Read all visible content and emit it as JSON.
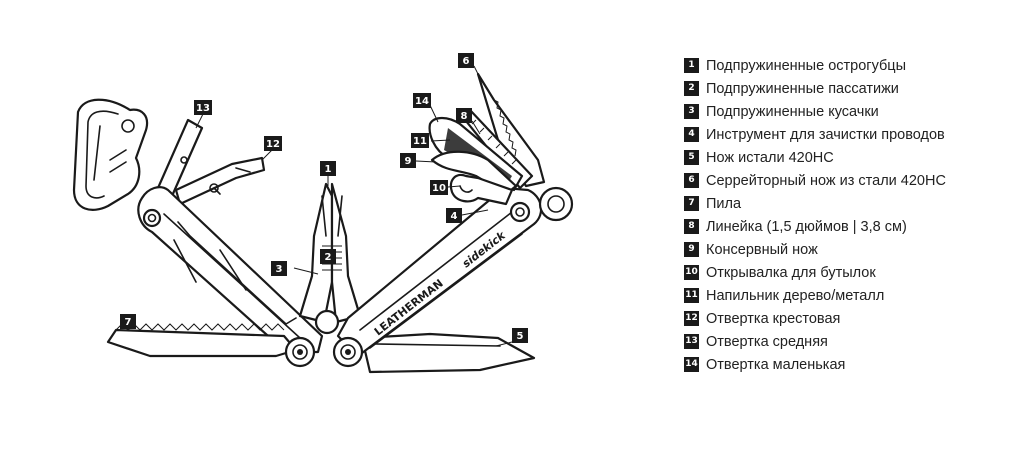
{
  "brand": {
    "name": "LEATHERMAN",
    "model": "sidekick"
  },
  "tools": [
    {
      "num": "1",
      "label": "Подпружиненные острогубцы"
    },
    {
      "num": "2",
      "label": "Подпружиненные пассатижи"
    },
    {
      "num": "3",
      "label": "Подпружиненные кусачки"
    },
    {
      "num": "4",
      "label": "Инструмент для зачистки проводов"
    },
    {
      "num": "5",
      "label": "Нож истали 420НС"
    },
    {
      "num": "6",
      "label": "Серрейторный нож из стали 420НС"
    },
    {
      "num": "7",
      "label": "Пила"
    },
    {
      "num": "8",
      "label": "Линейка (1,5 дюймов | 3,8 см)"
    },
    {
      "num": "9",
      "label": "Консервный нож"
    },
    {
      "num": "10",
      "label": "Открывалка для бутылок"
    },
    {
      "num": "11",
      "label": "Напильник дерево/металл"
    },
    {
      "num": "12",
      "label": "Отвертка крестовая"
    },
    {
      "num": "13",
      "label": "Отвертка средняя"
    },
    {
      "num": "14",
      "label": "Отвертка маленькая"
    }
  ]
}
